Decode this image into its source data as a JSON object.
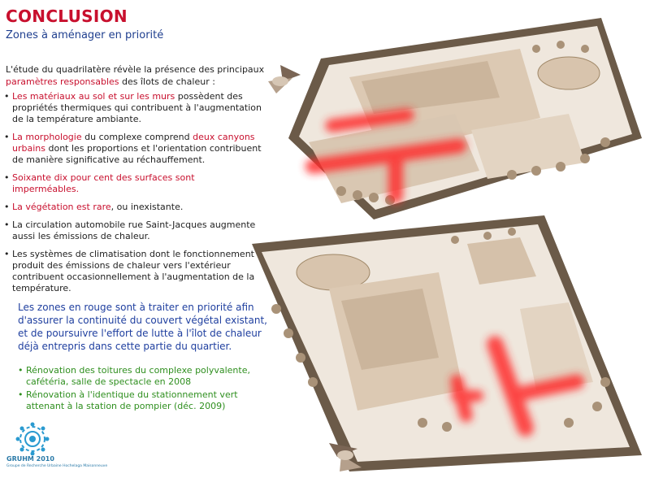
{
  "header": {
    "title": "CONCLUSION",
    "subtitle": "Zones à aménager en priorité"
  },
  "intro": {
    "line1": "L'étude du quadrilatère révèle la présence des principaux",
    "highlight": "paramètres responsables",
    "line2_rest": " des îlots de chaleur :"
  },
  "bullets": [
    {
      "red": "Les matériaux au sol et sur les murs",
      "text": " possèdent des propriétés thermiques qui contribuent à l'augmentation de la température ambiante."
    },
    {
      "red": "La morphologie",
      "text_mid": " du complexe comprend ",
      "red2": "deux canyons urbains",
      "text": " dont les proportions et l'orientation contribuent de manière significative au réchauffement."
    },
    {
      "red": "Soixante dix pour cent des surfaces sont imperméables.",
      "text": ""
    },
    {
      "red": "La végétation est rare",
      "text": ", ou inexistante."
    },
    {
      "red": "",
      "text": "La circulation automobile rue Saint-Jacques augmente aussi les émissions de chaleur."
    },
    {
      "red": "",
      "text": "Les systèmes de climatisation dont le fonctionnement produit des émissions de chaleur vers l'extérieur contribuent occasionnellement à l'augmentation de la température."
    }
  ],
  "summary": "Les zones en rouge sont à traiter en priorité afin d'assurer la continuité du couvert végétal existant, et de poursuivre l'effort de lutte à l'îlot de chaleur déjà entrepris dans cette partie du quartier.",
  "actions": [
    "Rénovation des toitures du complexe polyvalente, cafétéria, salle de spectacle en 2008",
    "Rénovation à l'identique du stationnement vert attenant à la station de pompier (déc. 2009)"
  ],
  "logo": {
    "name": "GRUHM 2010",
    "tagline": "Groupe de Recherche Urbaine Hochelaga Maisonneuve"
  },
  "colors": {
    "title": "#c8102e",
    "subtitle": "#1f3f8f",
    "summary": "#1f3f9f",
    "actions": "#2f8f1f",
    "hotspot": "#ff2a2a"
  }
}
